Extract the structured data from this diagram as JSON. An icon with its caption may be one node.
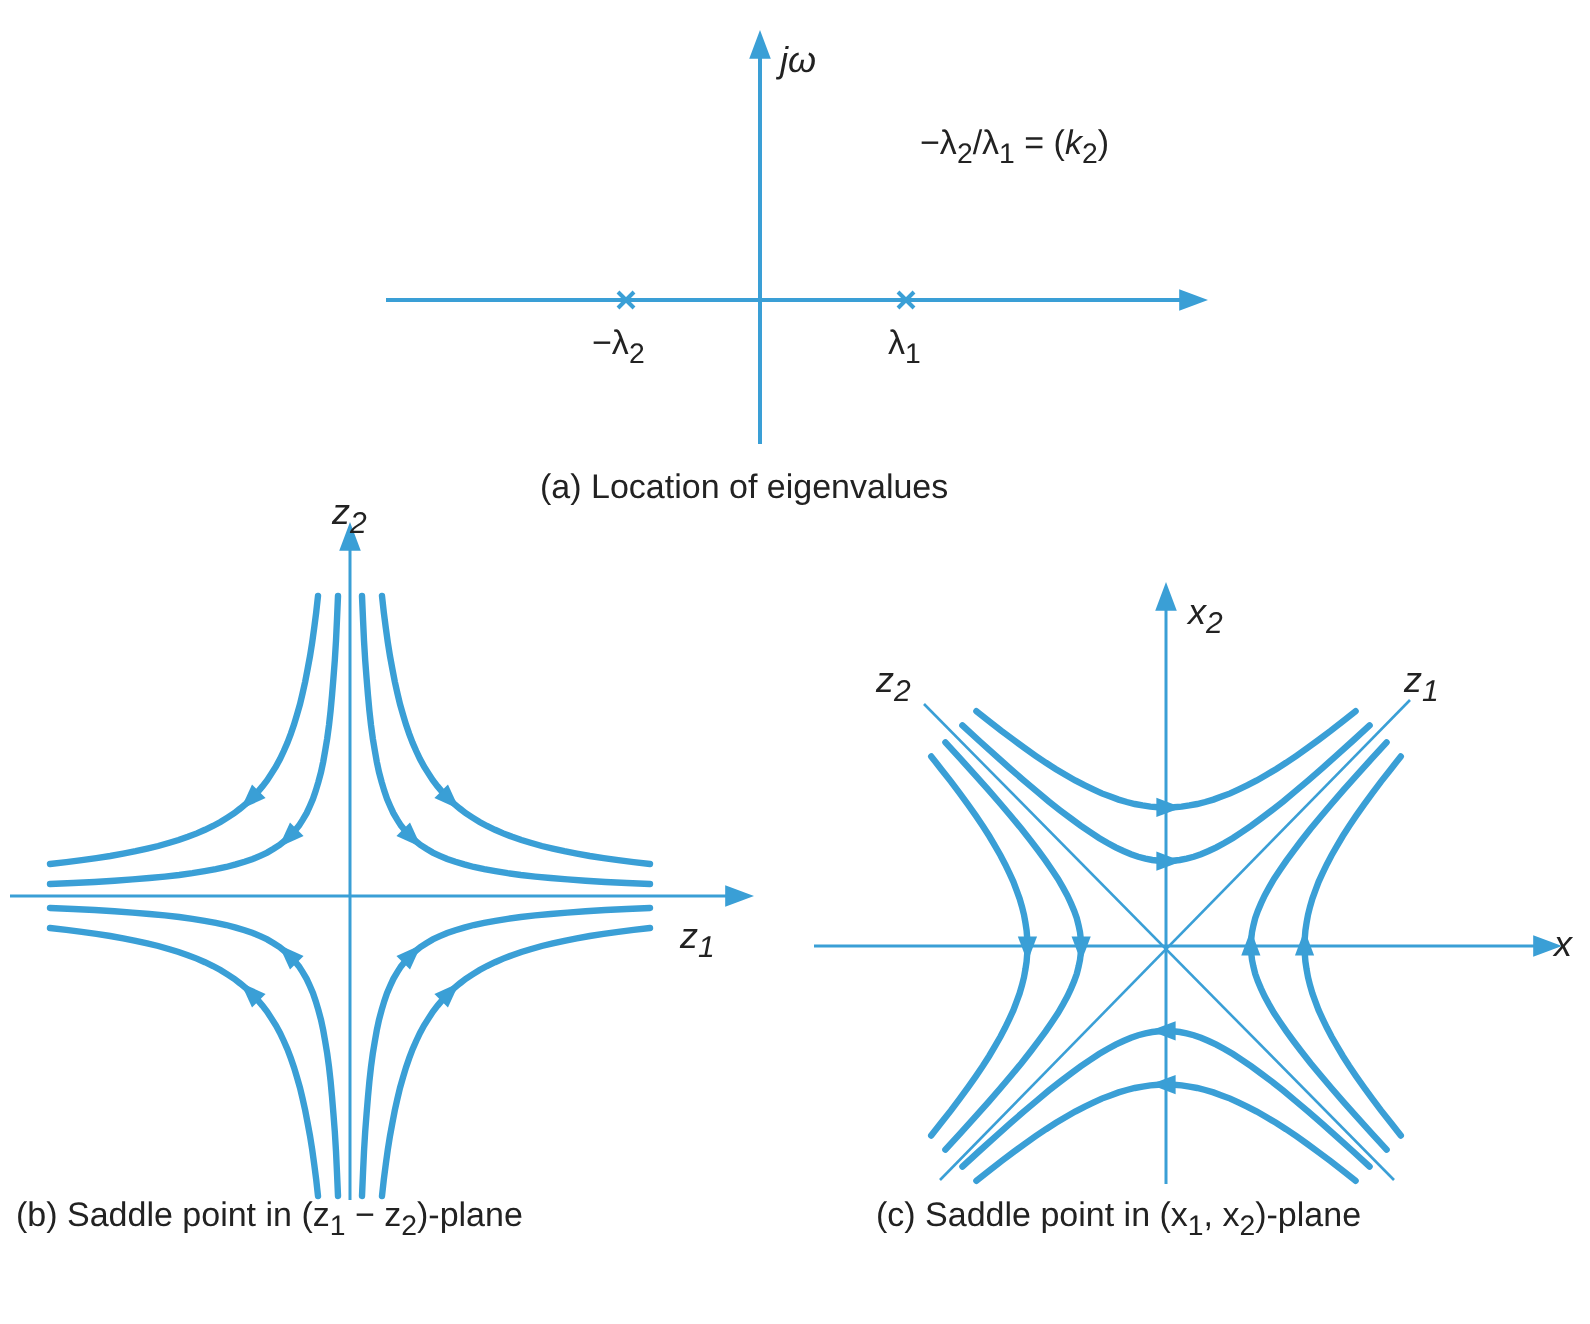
{
  "diagram": {
    "labels": [
      "jω",
      "−λ$_{2}$/λ$_{1}$ = (*k*$_{2}$)",
      "−λ$_{2}$",
      "λ$_{1}$",
      "(a) Location of eigenvalues",
      "z$_{2}$",
      "z$_{1}$",
      "z$_{2}$",
      "x$_{2}$",
      "z$_{1}$",
      "x",
      "(b) Saddle point in (z$_{1}$ − z$_{2}$)-plane",
      "(c) Saddle point in (x$_{1}$, x$_{2}$)-plane"
    ]
  }
}
